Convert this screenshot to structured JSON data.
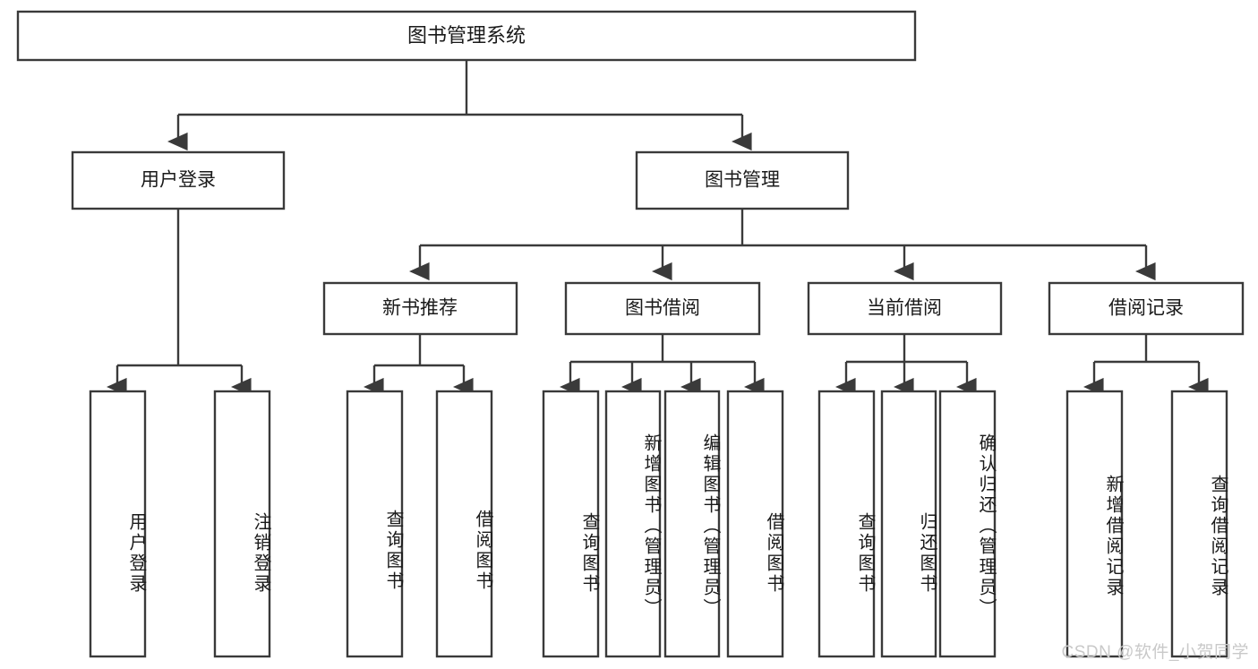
{
  "diagram": {
    "title": "图书管理系统",
    "type": "tree-hierarchy",
    "root": {
      "label": "图书管理系统"
    },
    "level2": [
      {
        "label": "用户登录"
      },
      {
        "label": "图书管理"
      }
    ],
    "level3": [
      {
        "label": "新书推荐"
      },
      {
        "label": "图书借阅"
      },
      {
        "label": "当前借阅"
      },
      {
        "label": "借阅记录"
      }
    ],
    "leaves": {
      "user_login": [
        {
          "label": "用户登录"
        },
        {
          "label": "注销登录"
        }
      ],
      "new_book_recommend": [
        {
          "label": "查询图书"
        },
        {
          "label": "借阅图书"
        }
      ],
      "book_borrow": [
        {
          "label": "查询图书"
        },
        {
          "label": "新增图书（管理员）"
        },
        {
          "label": "编辑图书（管理员）"
        },
        {
          "label": "借阅图书"
        }
      ],
      "current_borrow": [
        {
          "label": "查询图书"
        },
        {
          "label": "归还图书"
        },
        {
          "label": "确认归还（管理员）"
        }
      ],
      "borrow_record": [
        {
          "label": "新增借阅记录"
        },
        {
          "label": "查询借阅记录"
        }
      ]
    }
  },
  "watermark": {
    "text": "CSDN @软件_小贺同学"
  },
  "colors": {
    "stroke": "#3a3a3a",
    "fill": "#ffffff",
    "text": "#1a1a1a",
    "watermark": "#c9c9c9"
  }
}
